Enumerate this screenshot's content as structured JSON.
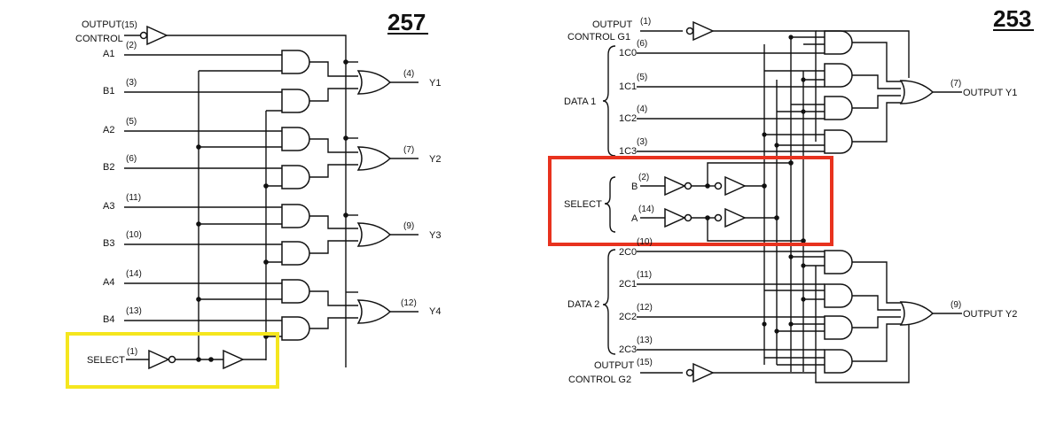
{
  "left": {
    "title": "257",
    "output_control": {
      "label_1": "OUTPUT",
      "pin": "(15)",
      "label_2": "CONTROL"
    },
    "inputs": [
      {
        "label": "A1",
        "pin": "(2)"
      },
      {
        "label": "B1",
        "pin": "(3)"
      },
      {
        "label": "A2",
        "pin": "(5)"
      },
      {
        "label": "B2",
        "pin": "(6)"
      },
      {
        "label": "A3",
        "pin": "(11)"
      },
      {
        "label": "B3",
        "pin": "(10)"
      },
      {
        "label": "A4",
        "pin": "(14)"
      },
      {
        "label": "B4",
        "pin": "(13)"
      }
    ],
    "outputs": [
      {
        "label": "Y1",
        "pin": "(4)"
      },
      {
        "label": "Y2",
        "pin": "(7)"
      },
      {
        "label": "Y3",
        "pin": "(9)"
      },
      {
        "label": "Y4",
        "pin": "(12)"
      }
    ],
    "select": {
      "label": "SELECT",
      "pin": "(1)"
    },
    "highlight_color": "#f5e61e"
  },
  "right": {
    "title": "253",
    "output_control_g1": {
      "label_1": "OUTPUT",
      "pin": "(1)",
      "label_2": "CONTROL G1"
    },
    "data1": {
      "label": "DATA 1",
      "inputs": [
        {
          "label": "1C0",
          "pin": "(6)"
        },
        {
          "label": "1C1",
          "pin": "(5)"
        },
        {
          "label": "1C2",
          "pin": "(4)"
        },
        {
          "label": "1C3",
          "pin": "(3)"
        }
      ]
    },
    "select": {
      "label": "SELECT",
      "b_label": "B",
      "b_pin": "(2)",
      "a_label": "A",
      "a_pin": "(14)"
    },
    "data2": {
      "label": "DATA 2",
      "inputs": [
        {
          "label": "2C0",
          "pin": "(10)"
        },
        {
          "label": "2C1",
          "pin": "(11)"
        },
        {
          "label": "2C2",
          "pin": "(12)"
        },
        {
          "label": "2C3",
          "pin": "(13)"
        }
      ]
    },
    "output_control_g2": {
      "label_1": "OUTPUT",
      "pin": "(15)",
      "label_2": "CONTROL G2"
    },
    "output_y1": {
      "label": "OUTPUT Y1",
      "pin": "(7)"
    },
    "output_y2": {
      "label": "OUTPUT Y2",
      "pin": "(9)"
    },
    "highlight_color": "#e8321e"
  }
}
